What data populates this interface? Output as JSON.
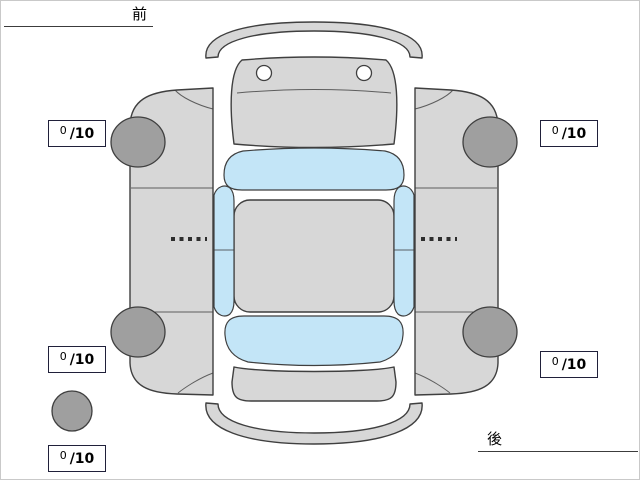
{
  "orientation_labels": {
    "front": "前",
    "rear": "後"
  },
  "tire_scores": {
    "front_left": {
      "value": "0",
      "denominator": "/10"
    },
    "front_right": {
      "value": "0",
      "denominator": "/10"
    },
    "rear_left": {
      "value": "0",
      "denominator": "/10"
    },
    "rear_right": {
      "value": "0",
      "denominator": "/10"
    },
    "spare": {
      "value": "0",
      "denominator": "/10"
    }
  },
  "diagram": {
    "type": "vehicle-condition-top-view-unfolded",
    "colors": {
      "body": "#d7d7d7",
      "glass": "#c3e5f7",
      "tire": "#9f9f9f",
      "outline": "#3f3f3f"
    },
    "parts": [
      "front-bumper",
      "hood",
      "windshield",
      "roof",
      "rear-window",
      "trunk",
      "rear-bumper",
      "left-side-panel",
      "right-side-panel",
      "left-side-window",
      "right-side-window",
      "tire-front-left",
      "tire-front-right",
      "tire-rear-left",
      "tire-rear-right",
      "spare-tire"
    ]
  }
}
